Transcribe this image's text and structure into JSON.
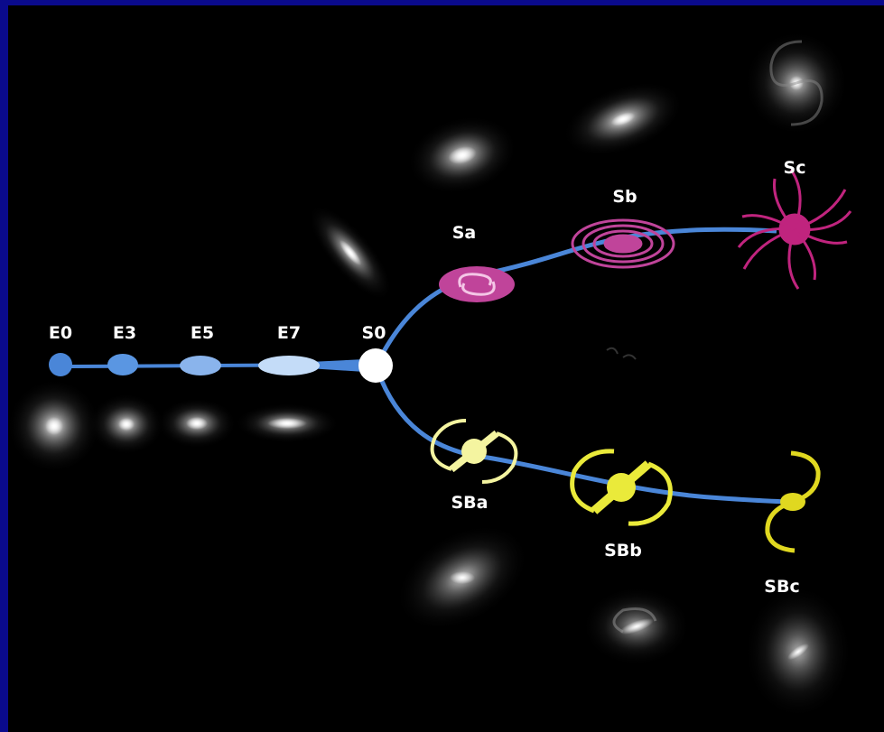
{
  "diagram": {
    "colors": {
      "frame_border": "#0a0a8c",
      "background": "#000000",
      "fork_line": "#4a86d8",
      "elliptical": "#4a86d8",
      "lenticular": "#ffffff",
      "spiral": "#c0449a",
      "barred_spiral": "#eaea3a"
    },
    "nodes": [
      {
        "id": "e0",
        "label": "E0",
        "kind": "elliptical"
      },
      {
        "id": "e3",
        "label": "E3",
        "kind": "elliptical"
      },
      {
        "id": "e5",
        "label": "E5",
        "kind": "elliptical"
      },
      {
        "id": "e7",
        "label": "E7",
        "kind": "elliptical"
      },
      {
        "id": "s0",
        "label": "S0",
        "kind": "lenticular"
      },
      {
        "id": "sa",
        "label": "Sa",
        "kind": "spiral"
      },
      {
        "id": "sb",
        "label": "Sb",
        "kind": "spiral"
      },
      {
        "id": "sc",
        "label": "Sc",
        "kind": "spiral"
      },
      {
        "id": "sba",
        "label": "SBa",
        "kind": "barred-spiral"
      },
      {
        "id": "sbb",
        "label": "SBb",
        "kind": "barred-spiral"
      },
      {
        "id": "sbc",
        "label": "SBc",
        "kind": "barred-spiral"
      }
    ]
  }
}
